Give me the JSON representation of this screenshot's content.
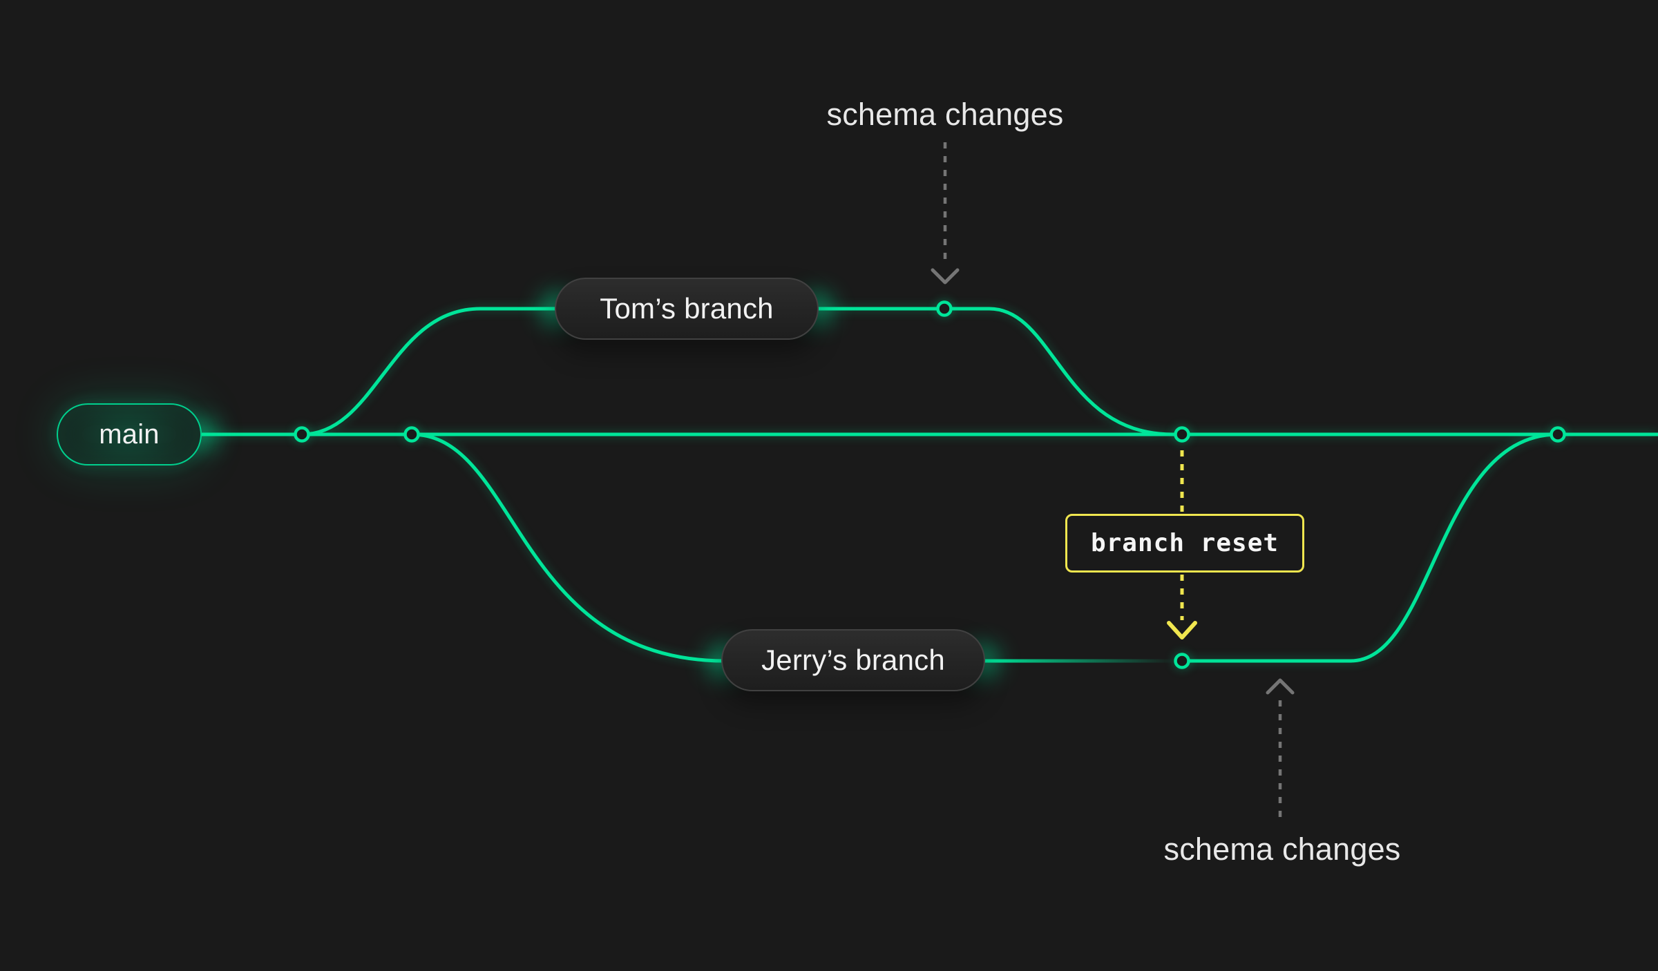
{
  "diagram": {
    "background": "#1a1a1a",
    "colors": {
      "branch_green": "#00e599",
      "reset_yellow": "#f0e64f",
      "arrow_gray": "#757575",
      "label_text": "#f2f2f2"
    },
    "branches": [
      {
        "id": "main",
        "label": "main"
      },
      {
        "id": "tom",
        "label": "Tom’s branch"
      },
      {
        "id": "jerry",
        "label": "Jerry’s branch"
      }
    ],
    "annotations": [
      {
        "id": "schema-changes-top",
        "label": "schema changes",
        "arrow": "down",
        "color": "gray"
      },
      {
        "id": "branch-reset",
        "label": "branch reset",
        "arrow": "down",
        "color": "yellow"
      },
      {
        "id": "schema-changes-bottom",
        "label": "schema changes",
        "arrow": "up",
        "color": "gray"
      }
    ],
    "commit_node_count": 6
  }
}
